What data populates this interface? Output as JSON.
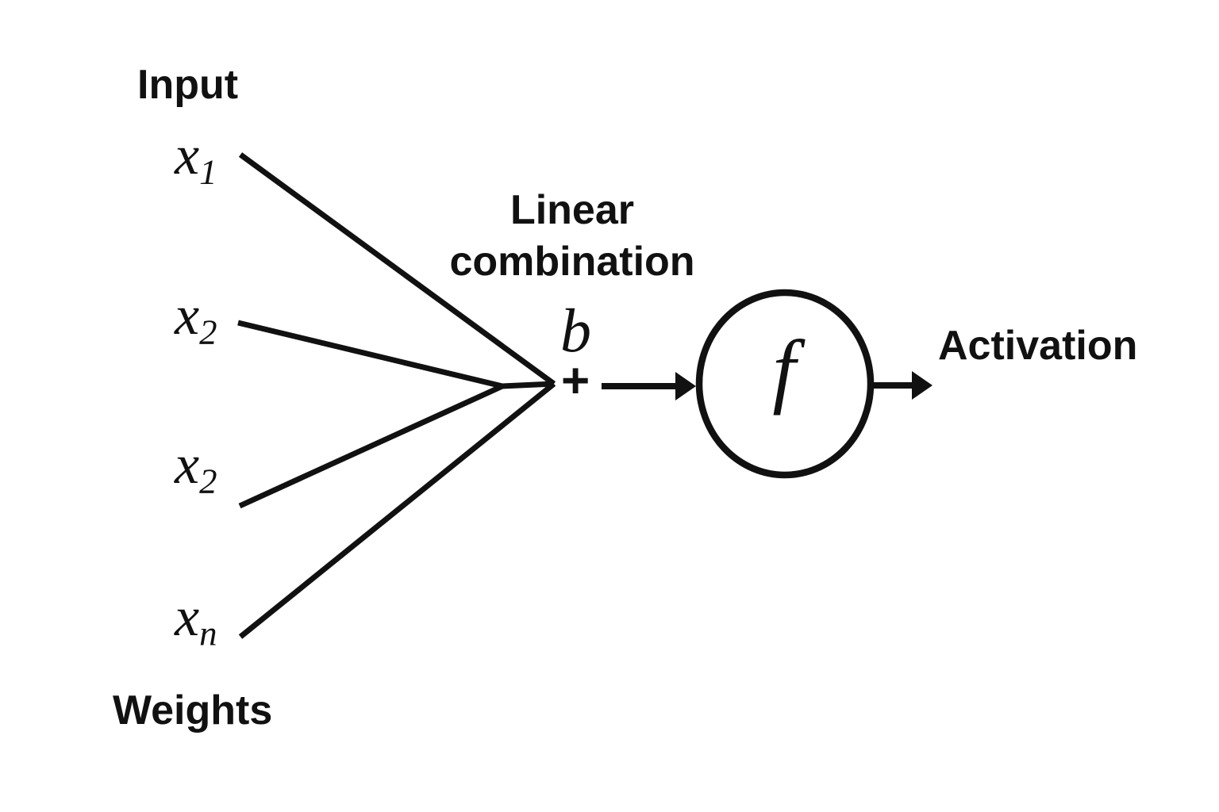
{
  "diagram": {
    "labels": {
      "input": "Input",
      "weights": "Weights",
      "linear_combination_line1": "Linear",
      "linear_combination_line2": "combination",
      "activation": "Activation"
    },
    "inputs": [
      {
        "base": "x",
        "sub": "1"
      },
      {
        "base": "x",
        "sub": "2"
      },
      {
        "base": "x",
        "sub": "2"
      },
      {
        "base": "x",
        "sub": "n"
      }
    ],
    "bias": "b",
    "sum_symbol": "+",
    "function_symbol": "f",
    "colors": {
      "ink": "#111111",
      "background": "#ffffff"
    }
  }
}
